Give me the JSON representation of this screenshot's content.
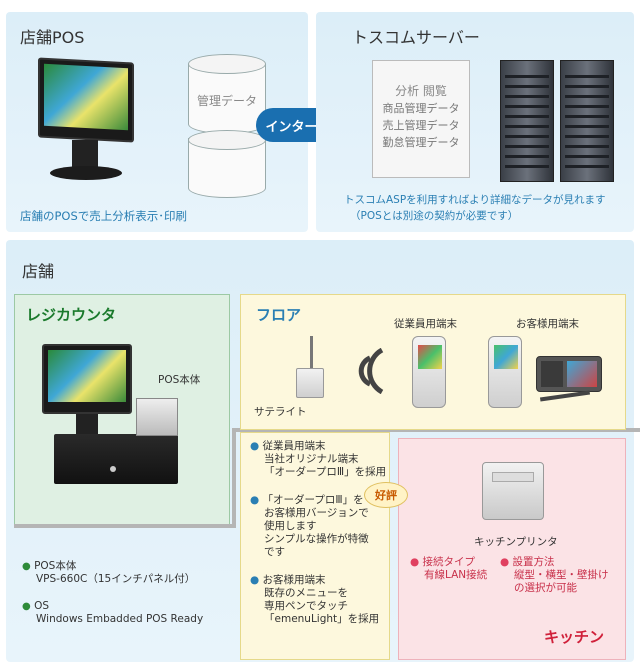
{
  "top_left": {
    "title": "店舗POS",
    "drum_label": "管理データ",
    "caption": "店舗のPOSで売上分析表示･印刷"
  },
  "internet": "インターネット",
  "top_right": {
    "title": "トスコムサーバー",
    "doc_lines": [
      "分析 閲覧",
      "商品管理データ",
      "売上管理データ",
      "勤怠管理データ"
    ],
    "caption1": "トスコムASPを利用すればより詳細なデータが見れます",
    "caption2": "（POSとは別途の契約が必要です）"
  },
  "store": {
    "title": "店舗",
    "register": {
      "title": "レジカウンタ",
      "pos_label": "POS本体",
      "bullet1_l1": "POS本体",
      "bullet1_l2": "VPS-660C（15インチパネル付）",
      "bullet2_l1": "OS",
      "bullet2_l2": "Windows Embadded POS Ready"
    },
    "floor": {
      "title": "フロア",
      "satellite": "サテライト",
      "staff_terminal": "従業員用端末",
      "customer_terminal": "お客様用端末",
      "b1": [
        "従業員用端末",
        "当社オリジナル端末",
        "「オーダープロⅢ」を採用"
      ],
      "b2": [
        "「オーダープロⅢ」を",
        "お客様用バージョンで",
        "使用します",
        "シンプルな操作が特徴",
        "です"
      ],
      "b3": [
        "お客様用端末",
        "既存のメニューを",
        "専用ペンでタッチ",
        "「emenuLight」を採用"
      ],
      "badge": "好評"
    },
    "kitchen": {
      "title": "キッチン",
      "printer": "キッチンプリンタ",
      "k1": [
        "接続タイプ",
        "有線LAN接続"
      ],
      "k2": [
        "設置方法",
        "縦型・横型・壁掛け",
        "の選択が可能"
      ]
    }
  },
  "colors": {
    "accent_blue": "#1a6fb0",
    "green": "#1a7a2c",
    "red": "#d0203a"
  }
}
